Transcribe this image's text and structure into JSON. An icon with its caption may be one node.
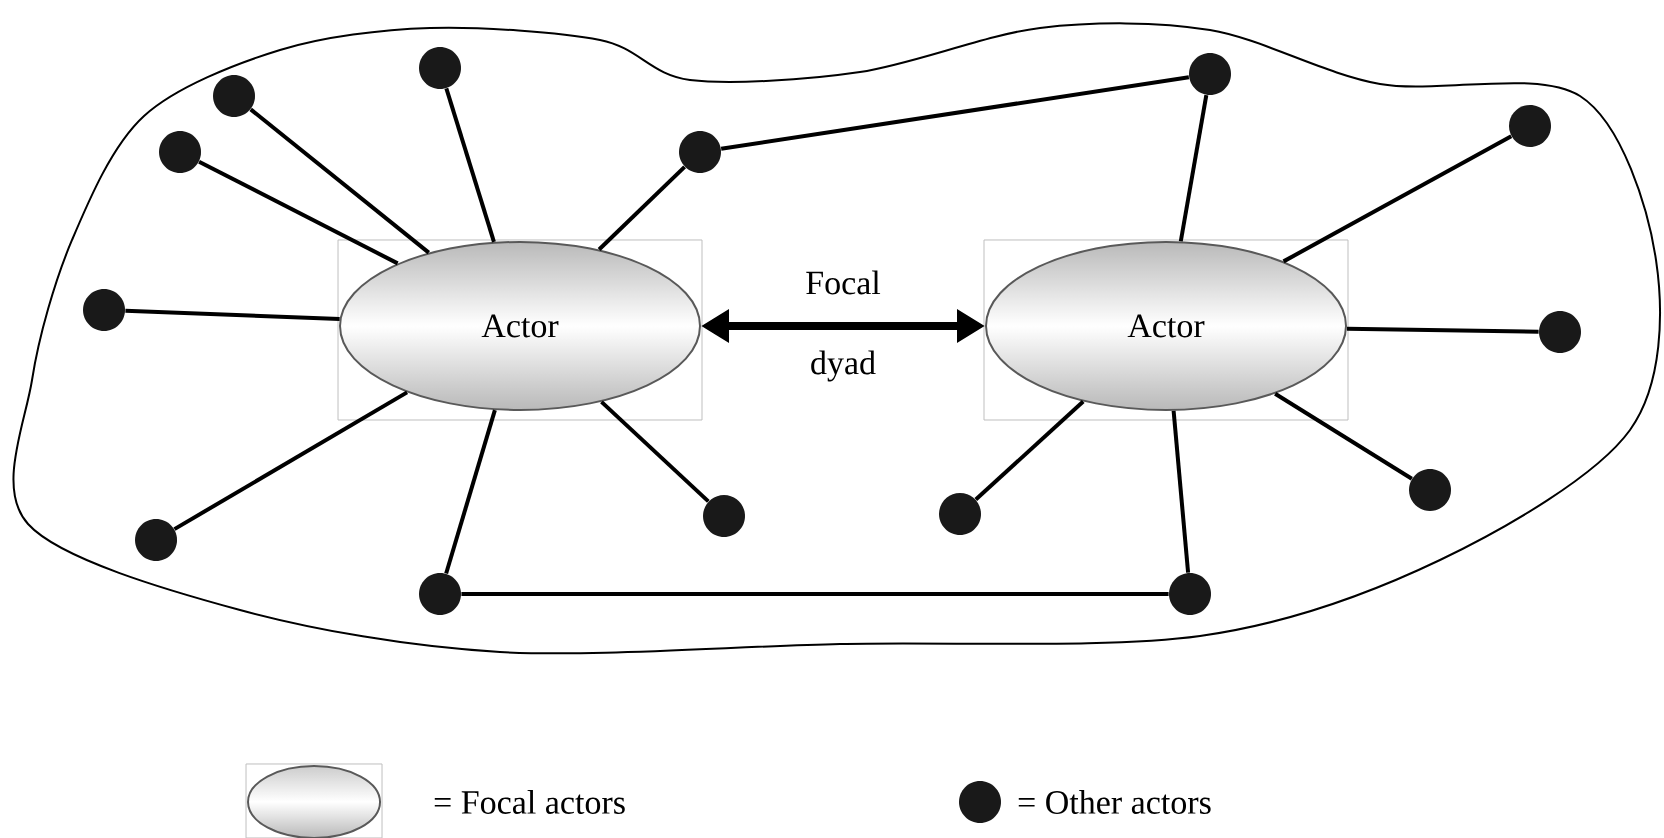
{
  "diagram": {
    "nodes": [
      {
        "text": [
          "Actor"
        ]
      },
      {
        "text": [
          "Actor"
        ]
      },
      {
        "text": [],
        "shape": "circle"
      },
      {
        "text": [],
        "shape": "circle"
      },
      {
        "text": [],
        "shape": "circle"
      },
      {
        "text": [],
        "shape": "circle"
      },
      {
        "text": [],
        "shape": "circle"
      },
      {
        "text": [],
        "shape": "circle"
      },
      {
        "text": [],
        "shape": "circle"
      },
      {
        "text": [],
        "shape": "circle"
      },
      {
        "text": [],
        "shape": "circle"
      },
      {
        "text": [],
        "shape": "circle"
      },
      {
        "text": [],
        "shape": "circle"
      },
      {
        "text": [],
        "shape": "circle"
      },
      {
        "text": [],
        "shape": "circle"
      },
      {
        "text": [],
        "shape": "circle"
      }
    ],
    "edges": [
      {
        "from": 0,
        "to": 1,
        "arrow": "both",
        "label": "Focal dyad",
        "style": "thick"
      },
      {
        "from": 0,
        "to": 2,
        "arrow": "none"
      },
      {
        "from": 0,
        "to": 3,
        "arrow": "none"
      },
      {
        "from": 0,
        "to": 4,
        "arrow": "none"
      },
      {
        "from": 0,
        "to": 5,
        "arrow": "none"
      },
      {
        "from": 0,
        "to": 6,
        "arrow": "none"
      },
      {
        "from": 0,
        "to": 7,
        "arrow": "none"
      },
      {
        "from": 0,
        "to": 8,
        "arrow": "none"
      },
      {
        "from": 0,
        "to": 9,
        "arrow": "none"
      },
      {
        "from": 8,
        "to": 12,
        "arrow": "none"
      },
      {
        "from": 7,
        "to": 11,
        "arrow": "none"
      },
      {
        "from": 1,
        "to": 10,
        "arrow": "none"
      },
      {
        "from": 1,
        "to": 11,
        "arrow": "none"
      },
      {
        "from": 1,
        "to": 12,
        "arrow": "none"
      },
      {
        "from": 1,
        "to": 13,
        "arrow": "none"
      },
      {
        "from": 1,
        "to": 14,
        "arrow": "none"
      },
      {
        "from": 1,
        "to": 15,
        "arrow": "none"
      }
    ],
    "legend": [
      {
        "text": "= Focal actors"
      },
      {
        "text": "= Other actors"
      }
    ]
  }
}
